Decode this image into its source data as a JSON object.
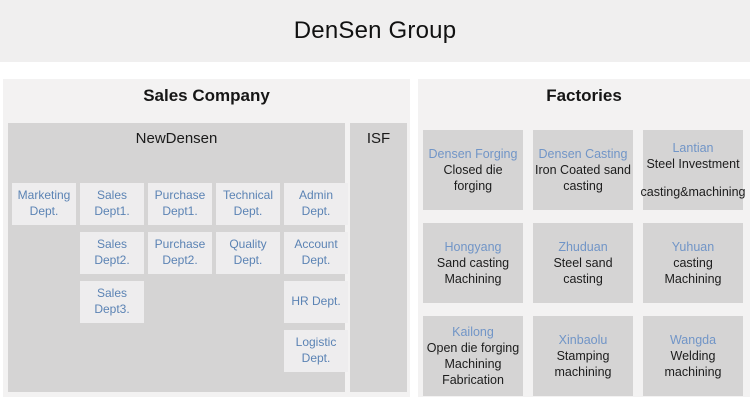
{
  "title": "DenSen Group",
  "colors": {
    "titlebar_bg": "#f0efef",
    "panel_bg": "#f3f2f2",
    "box_bg": "#d5d4d4",
    "dept_box_bg": "#eeedee",
    "dept_text": "#5b83b4",
    "factory_name_text": "#7195c7",
    "body_text": "#1c1c1c"
  },
  "sales": {
    "header": "Sales Company",
    "newdensen": {
      "label": "NewDensen",
      "rows": [
        [
          "Marketing Dept.",
          "Sales Dept1.",
          "Purchase Dept1.",
          "Technical Dept.",
          "Admin Dept."
        ],
        [
          "",
          "Sales Dept2.",
          "Purchase Dept2.",
          "Quality Dept.",
          "Account Dept."
        ],
        [
          "",
          "Sales Dept3.",
          "",
          "",
          "HR Dept."
        ],
        [
          "",
          "",
          "",
          "",
          "Logistic Dept."
        ]
      ]
    },
    "isf": {
      "label": "ISF"
    }
  },
  "factories": {
    "header": "Factories",
    "items": [
      {
        "name": "Densen Forging",
        "lines": [
          "Closed die forging"
        ]
      },
      {
        "name": "Densen Casting",
        "lines": [
          "Iron Coated sand casting"
        ]
      },
      {
        "name": "Lantian",
        "lines": [
          "Steel Investment",
          "",
          "casting&machining"
        ]
      },
      {
        "name": "Hongyang",
        "lines": [
          "Sand casting",
          "Machining"
        ]
      },
      {
        "name": "Zhuduan",
        "lines": [
          "Steel sand casting"
        ]
      },
      {
        "name": "Yuhuan",
        "lines": [
          "casting",
          "Machining"
        ]
      },
      {
        "name": "Kailong",
        "lines": [
          "Open die forging",
          "Machining",
          "Fabrication"
        ]
      },
      {
        "name": "Xinbaolu",
        "lines": [
          "Stamping",
          "machining"
        ]
      },
      {
        "name": "Wangda",
        "lines": [
          "Welding",
          "machining"
        ]
      }
    ]
  }
}
